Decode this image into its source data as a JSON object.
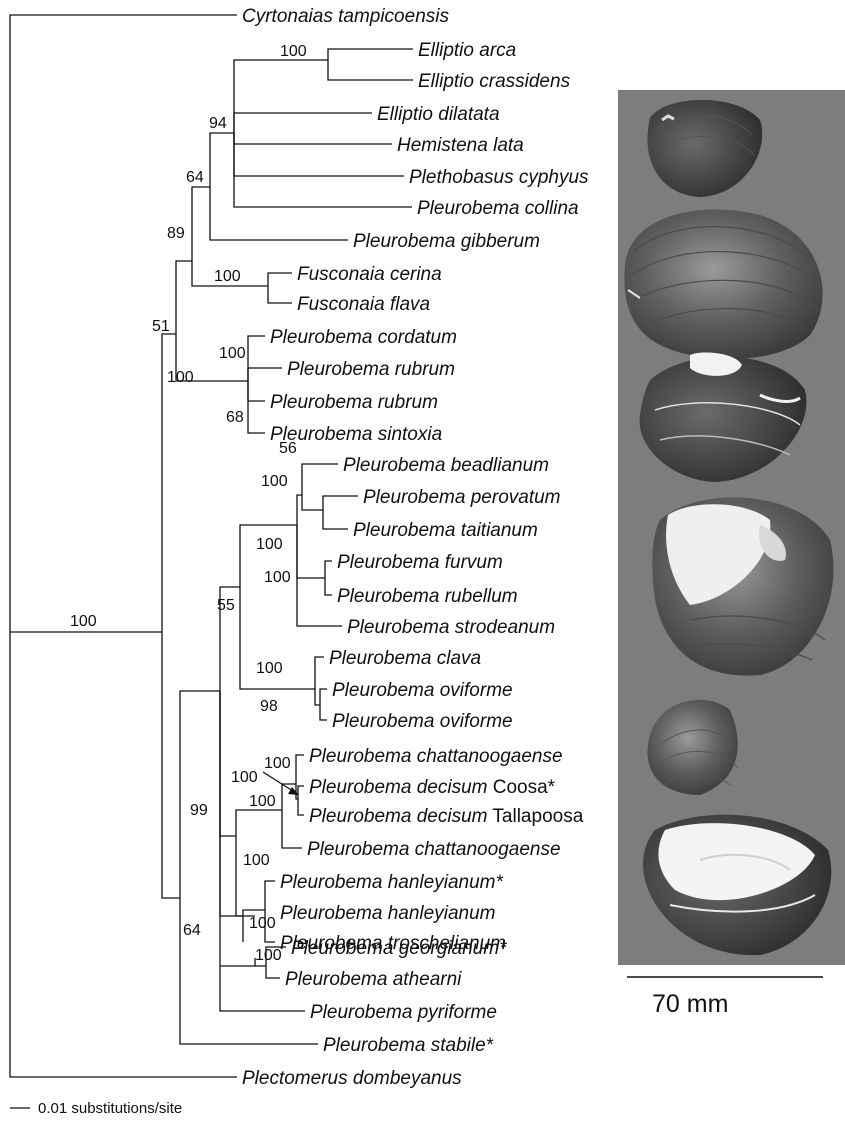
{
  "figure": {
    "taxa": [
      {
        "species": "Cyrtonaias tampicoensis",
        "suffix": ""
      },
      {
        "species": "Elliptio arca",
        "suffix": ""
      },
      {
        "species": "Elliptio crassidens",
        "suffix": ""
      },
      {
        "species": "Elliptio dilatata",
        "suffix": ""
      },
      {
        "species": "Hemistena lata",
        "suffix": ""
      },
      {
        "species": "Plethobasus cyphyus",
        "suffix": ""
      },
      {
        "species": "Pleurobema collina",
        "suffix": ""
      },
      {
        "species": "Pleurobema gibberum",
        "suffix": ""
      },
      {
        "species": "Fusconaia cerina",
        "suffix": ""
      },
      {
        "species": "Fusconaia flava",
        "suffix": ""
      },
      {
        "species": "Pleurobema cordatum",
        "suffix": ""
      },
      {
        "species": "Pleurobema rubrum",
        "suffix": ""
      },
      {
        "species": "Pleurobema rubrum",
        "suffix": ""
      },
      {
        "species": "Pleurobema sintoxia",
        "suffix": ""
      },
      {
        "species": "Pleurobema beadlianum",
        "suffix": ""
      },
      {
        "species": "Pleurobema perovatum",
        "suffix": ""
      },
      {
        "species": "Pleurobema taitianum",
        "suffix": ""
      },
      {
        "species": "Pleurobema furvum",
        "suffix": ""
      },
      {
        "species": "Pleurobema rubellum",
        "suffix": ""
      },
      {
        "species": "Pleurobema strodeanum",
        "suffix": ""
      },
      {
        "species": "Pleurobema clava",
        "suffix": ""
      },
      {
        "species": "Pleurobema oviforme",
        "suffix": ""
      },
      {
        "species": "Pleurobema oviforme",
        "suffix": ""
      },
      {
        "species": "Pleurobema chattanoogaense",
        "suffix": ""
      },
      {
        "species": "Pleurobema decisum",
        "suffix": " Coosa*"
      },
      {
        "species": "Pleurobema decisum",
        "suffix": " Tallapoosa"
      },
      {
        "species": "Pleurobema chattanoogaense",
        "suffix": ""
      },
      {
        "species": "Pleurobema hanleyianum*",
        "suffix": ""
      },
      {
        "species": "Pleurobema hanleyianum",
        "suffix": ""
      },
      {
        "species": "Pleurobema troschelianum",
        "suffix": ""
      },
      {
        "species": "Pleurobema georgianum*",
        "suffix": ""
      },
      {
        "species": "Pleurobema athearni",
        "suffix": ""
      },
      {
        "species": "Pleurobema pyriforme",
        "suffix": ""
      },
      {
        "species": "Pleurobema stabile*",
        "suffix": ""
      },
      {
        "species": "Plectomerus dombeyanus",
        "suffix": ""
      }
    ],
    "support_values": [
      "100",
      "94",
      "64",
      "89",
      "100",
      "51",
      "100",
      "100",
      "68",
      "56",
      "100",
      "100",
      "100",
      "55",
      "100",
      "98",
      "100",
      "100",
      "100",
      "100",
      "100",
      "99",
      "100",
      "64",
      "100"
    ],
    "tree_scale_label": "0.01 substitutions/site",
    "photo_scale_label": "70 mm",
    "photo_background": "#7d7d7d",
    "shell_photo_count": 6
  }
}
